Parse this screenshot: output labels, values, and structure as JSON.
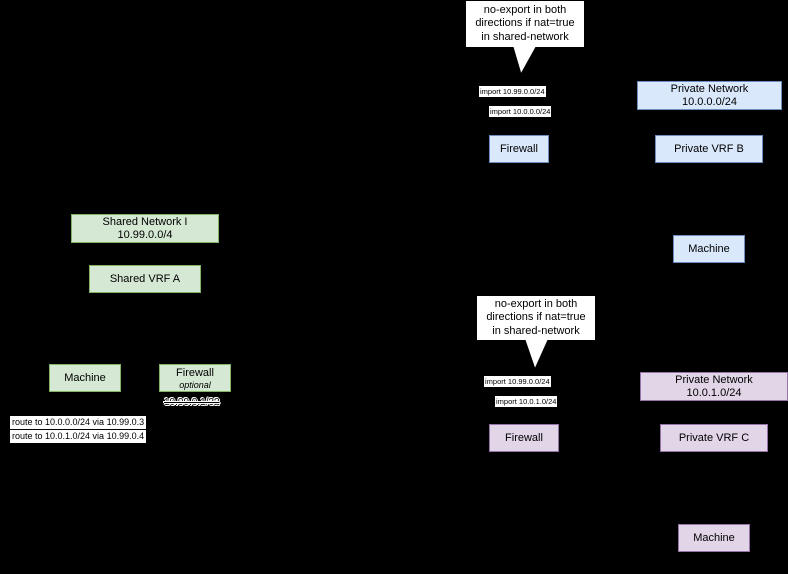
{
  "colors": {
    "background": "#000000",
    "green_fill": "#d5e8d4",
    "green_border": "#82b366",
    "blue_fill": "#dae8fc",
    "blue_border": "#6c8ebf",
    "purple_fill": "#e1d5e7",
    "purple_border": "#9673a6",
    "label_bg": "#ffffff",
    "text": "#000000"
  },
  "callouts": {
    "top": {
      "text": "no-export in both directions if nat=true in shared-network"
    },
    "bottom": {
      "text": "no-export in both directions if nat=true in shared-network"
    }
  },
  "nodes": {
    "shared_network_i": {
      "title": "Shared Network I",
      "subtitle": "10.99.0.0/4"
    },
    "shared_vrf_a": {
      "label": "Shared VRF A"
    },
    "machine_a": {
      "label": "Machine"
    },
    "firewall_a": {
      "label": "Firewall",
      "note": "optional"
    },
    "firewall_b": {
      "label": "Firewall"
    },
    "private_network_b": {
      "title": "Private Network",
      "subtitle": "10.0.0.0/24"
    },
    "private_vrf_b": {
      "label": "Private VRF B"
    },
    "machine_b": {
      "label": "Machine"
    },
    "firewall_c": {
      "label": "Firewall"
    },
    "private_network_c": {
      "title": "Private Network",
      "subtitle": "10.0.1.0/24"
    },
    "private_vrf_c": {
      "label": "Private VRF C"
    },
    "machine_c": {
      "label": "Machine"
    }
  },
  "labels": {
    "import_b_shared": "import 10.99.0.0/24",
    "import_b_private": "import 10.0.0.0/24",
    "import_c_shared": "import 10.99.0.0/24",
    "import_c_private": "import 10.0.1.0/24",
    "firewall_a_ip": "10.99.0.1/32",
    "route_1": "route to 10.0.0.0/24 via 10.99.0.3",
    "route_2": "route to 10.0.1.0/24 via 10.99.0.4"
  }
}
